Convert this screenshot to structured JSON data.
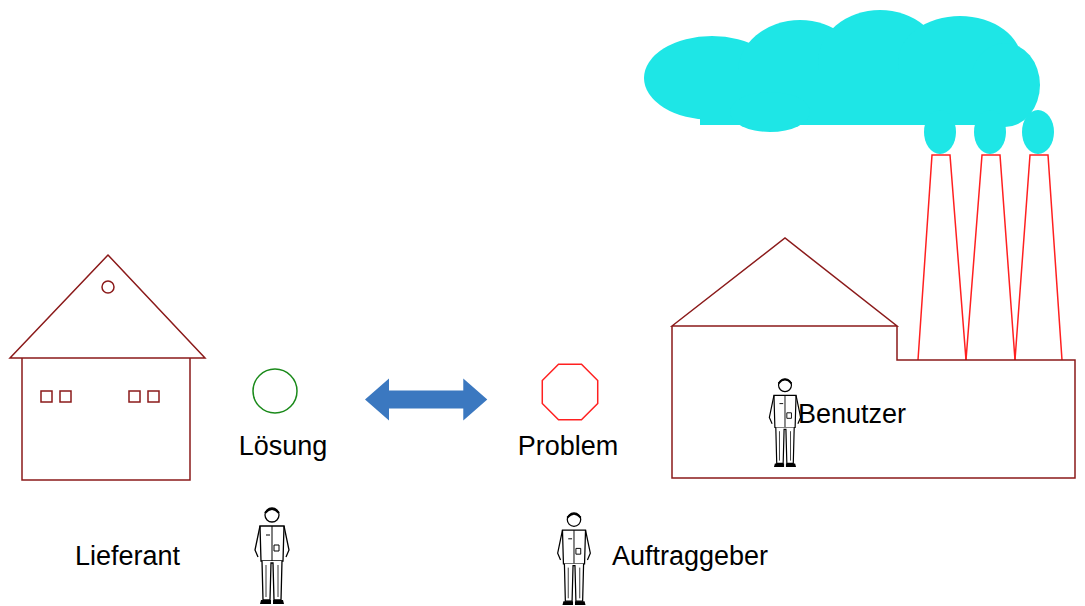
{
  "diagram": {
    "nodes": [
      {
        "text": [
          "Lösung"
        ]
      },
      {
        "text": [
          "Problem"
        ]
      },
      {
        "text": [
          "Benutzer"
        ]
      }
    ],
    "edges": [
      {
        "from": 0,
        "to": 1,
        "arrow": "both"
      }
    ],
    "labels": [
      "Lieferant",
      "Auftraggeber"
    ]
  }
}
